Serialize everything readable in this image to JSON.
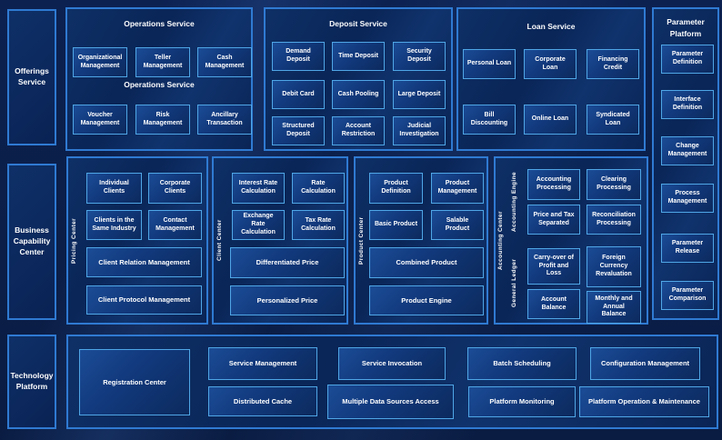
{
  "colors": {
    "background": "#0a1d44",
    "panel_border": "#2f7ad2",
    "box_border": "#4fa6e6",
    "box_fill": "#123a7e",
    "text": "#ffffff"
  },
  "layers": {
    "offerings": {
      "label": "Offerings Service"
    },
    "business": {
      "label": "Business Capability Center"
    },
    "technology": {
      "label": "Technology Platform"
    }
  },
  "operations_service": {
    "title": "Operations Service",
    "subtitle": "Operations Service",
    "row1": [
      "Organizational Management",
      "Teller Management",
      "Cash Management"
    ],
    "row2": [
      "Voucher Management",
      "Risk Management",
      "Ancillary Transaction"
    ]
  },
  "deposit_service": {
    "title": "Deposit Service",
    "items": [
      "Demand Deposit",
      "Time Deposit",
      "Security Deposit",
      "Debit Card",
      "Cash Pooling",
      "Large Deposit",
      "Structured Deposit",
      "Account Restriction",
      "Judicial Investigation"
    ]
  },
  "loan_service": {
    "title": "Loan Service",
    "items": [
      "Personal Loan",
      "Corporate Loan",
      "Financing Credit",
      "Bill Discounting",
      "Online Loan",
      "Syndicated Loan"
    ]
  },
  "parameter_platform": {
    "title": "Parameter Platform",
    "items": [
      "Parameter Definition",
      "Interface Definition",
      "Change Management",
      "Process Management",
      "Parameter Release",
      "Parameter Comparison"
    ]
  },
  "pricing_center": {
    "label": "Pricing Center",
    "small_items": [
      "Individual Clients",
      "Corporate Clients",
      "Clients in the Same Industry",
      "Contact Management"
    ],
    "wide_items": [
      "Client Relation Management",
      "Client Protocol Management"
    ]
  },
  "client_center": {
    "label": "Client Center",
    "small_items": [
      "Interest Rate Calculation",
      "Rate Calculation",
      "Exchange Rate Calculation",
      "Tax Rate Calculation"
    ],
    "wide_items": [
      "Differentiated Price",
      "Personalized Price"
    ]
  },
  "product_center": {
    "label": "Product Center",
    "small_items": [
      "Product Definition",
      "Product Management",
      "Basic Product",
      "Salable Product"
    ],
    "wide_items": [
      "Combined Product",
      "Product Engine"
    ]
  },
  "accounting_center": {
    "label": "Accounting Center",
    "groups": [
      {
        "label": "Accounting Engine",
        "items": [
          "Accounting Processing",
          "Clearing Processing",
          "Price and Tax Separated",
          "Reconciliation Processing"
        ]
      },
      {
        "label": "General Ledger",
        "items": [
          "Carry-over of Profit and Loss",
          "Foreign Currency Revaluation",
          "Account Balance",
          "Monthly and Annual Balance"
        ]
      }
    ]
  },
  "technology_platform": {
    "registration": "Registration Center",
    "top_row": [
      "Service Management",
      "Service Invocation",
      "Batch Scheduling",
      "Configuration Management"
    ],
    "bottom_row": [
      "Distributed Cache",
      "Multiple Data Sources Access",
      "Platform Monitoring",
      "Platform Operation & Maintenance"
    ]
  }
}
